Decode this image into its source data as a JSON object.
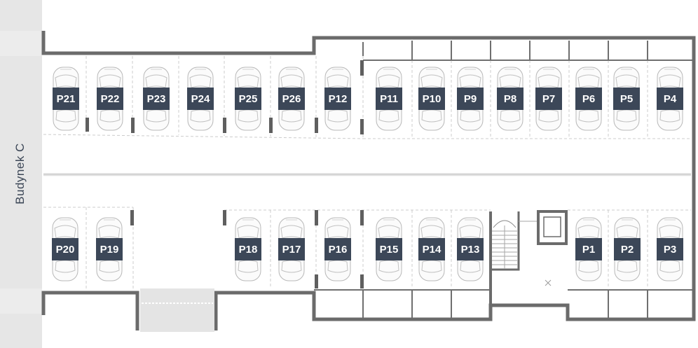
{
  "building_label": "Budynek C",
  "colors": {
    "wall": "#6b6b6b",
    "stall_line": "#c9c9c9",
    "side_strip": "#e6e6e6",
    "badge_bg": "#3c4758",
    "badge_text": "#ffffff"
  },
  "spots": {
    "top": [
      "P21",
      "P22",
      "P23",
      "P24",
      "P25",
      "P26",
      "P12",
      "P11",
      "P10",
      "P9",
      "P8",
      "P7",
      "P6",
      "P5",
      "P4"
    ],
    "bottom_left": [
      "P20",
      "P19"
    ],
    "bottom_mid": [
      "P18",
      "P17",
      "P16",
      "P15",
      "P14",
      "P13"
    ],
    "bottom_right": [
      "P1",
      "P2",
      "P3"
    ]
  },
  "icons": [
    "car-icon",
    "stairs-icon",
    "ramp-icon"
  ]
}
